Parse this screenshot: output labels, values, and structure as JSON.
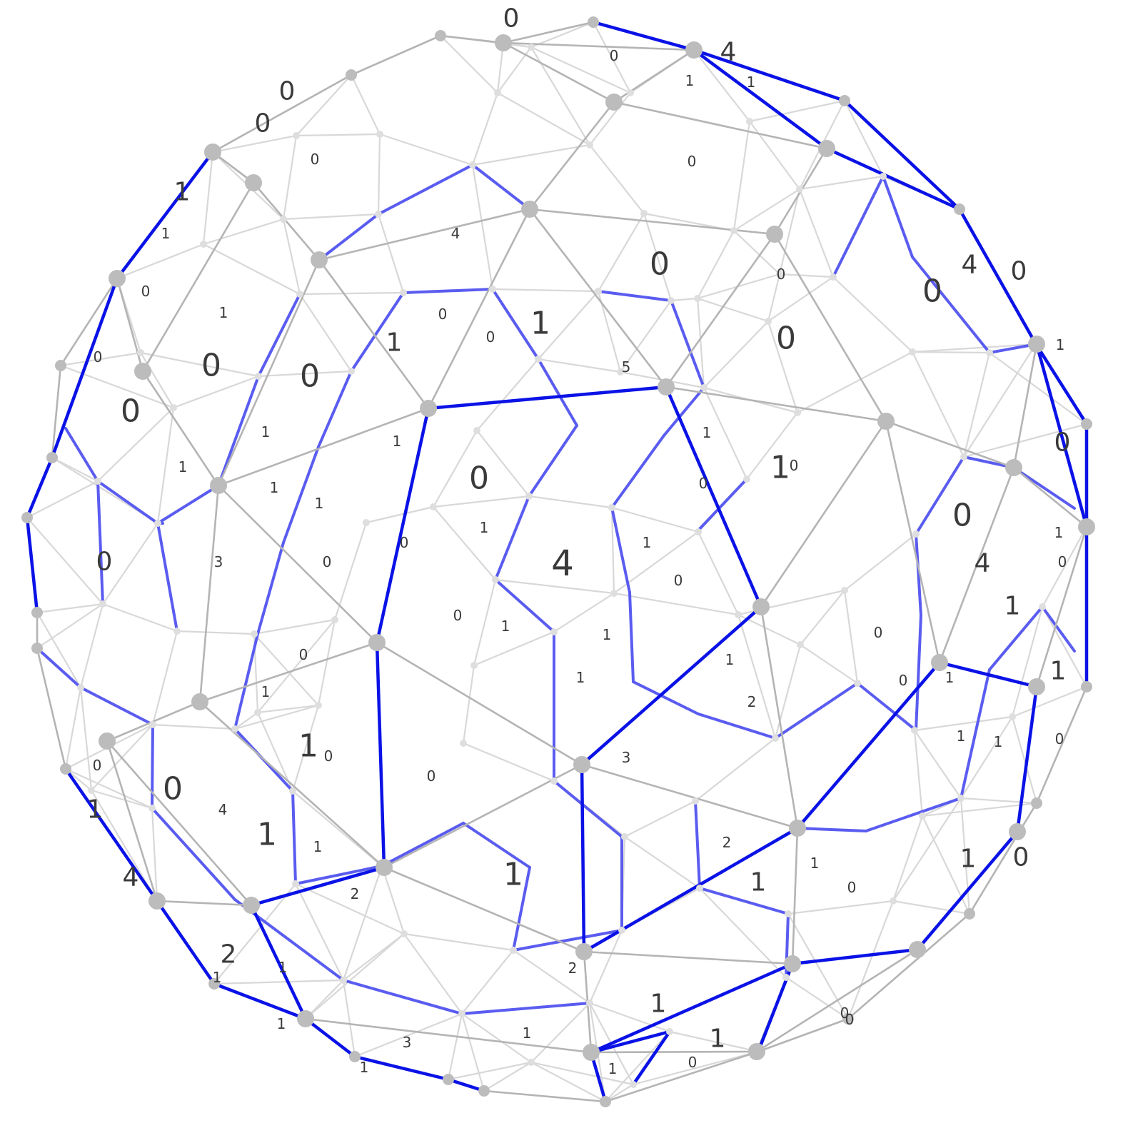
{
  "puzzle": {
    "type": "slitherlink-sphere",
    "colors": {
      "background": "#ffffff",
      "front_edge": "#b4b4b4",
      "back_edge": "#d8d8d8",
      "front_path": "#0a12e6",
      "back_path": "#5a5cf0",
      "node": "#bcbcbc",
      "label": "#3a3a3a"
    },
    "clues": [
      {
        "t": "0",
        "s": "m"
      },
      {
        "t": "0",
        "s": "s"
      },
      {
        "t": "4",
        "s": "m"
      },
      {
        "t": "1",
        "s": "s"
      },
      {
        "t": "1",
        "s": "s"
      },
      {
        "t": "0",
        "s": "m"
      },
      {
        "t": "0",
        "s": "m"
      },
      {
        "t": "0",
        "s": "s"
      },
      {
        "t": "0",
        "s": "s"
      },
      {
        "t": "1",
        "s": "m"
      },
      {
        "t": "1",
        "s": "s"
      },
      {
        "t": "4",
        "s": "s"
      },
      {
        "t": "0",
        "s": "s"
      },
      {
        "t": "1",
        "s": "s"
      },
      {
        "t": "0",
        "s": "s"
      },
      {
        "t": "0",
        "s": "l"
      },
      {
        "t": "0",
        "s": "l"
      },
      {
        "t": "0",
        "s": "s"
      },
      {
        "t": "4",
        "s": "m"
      },
      {
        "t": "0",
        "s": "m"
      },
      {
        "t": "0",
        "s": "l"
      },
      {
        "t": "1",
        "s": "s"
      },
      {
        "t": "1",
        "s": "l"
      },
      {
        "t": "0",
        "s": "s"
      },
      {
        "t": "0",
        "s": "l"
      },
      {
        "t": "1",
        "s": "m"
      },
      {
        "t": "0",
        "s": "s"
      },
      {
        "t": "0",
        "s": "l"
      },
      {
        "t": "0",
        "s": "l"
      },
      {
        "t": "1",
        "s": "s"
      },
      {
        "t": "5",
        "s": "s"
      },
      {
        "t": "1",
        "s": "s"
      },
      {
        "t": "1",
        "s": "s"
      },
      {
        "t": "1",
        "s": "l"
      },
      {
        "t": "0",
        "s": "s"
      },
      {
        "t": "0",
        "s": "m"
      },
      {
        "t": "1",
        "s": "s"
      },
      {
        "t": "1",
        "s": "s"
      },
      {
        "t": "0",
        "s": "l"
      },
      {
        "t": "0",
        "s": "s"
      },
      {
        "t": "0",
        "s": "l"
      },
      {
        "t": "1",
        "s": "s"
      },
      {
        "t": "1",
        "s": "s"
      },
      {
        "t": "1",
        "s": "m"
      },
      {
        "t": "3",
        "s": "s"
      },
      {
        "t": "0",
        "s": "s"
      },
      {
        "t": "0",
        "s": "s"
      },
      {
        "t": "1",
        "s": "s"
      },
      {
        "t": "4",
        "s": "xl"
      },
      {
        "t": "0",
        "s": "s"
      },
      {
        "t": "1",
        "s": "s"
      },
      {
        "t": "0",
        "s": "s"
      },
      {
        "t": "4",
        "s": "m"
      },
      {
        "t": "0",
        "s": "m"
      },
      {
        "t": "0",
        "s": "s"
      },
      {
        "t": "0",
        "s": "s"
      },
      {
        "t": "1",
        "s": "s"
      },
      {
        "t": "1",
        "s": "m"
      },
      {
        "t": "1",
        "s": "s"
      },
      {
        "t": "0",
        "s": "s"
      },
      {
        "t": "1",
        "s": "s"
      },
      {
        "t": "1",
        "s": "s"
      },
      {
        "t": "0",
        "s": "s"
      },
      {
        "t": "2",
        "s": "s"
      },
      {
        "t": "1",
        "s": "s"
      },
      {
        "t": "1",
        "s": "s"
      },
      {
        "t": "1",
        "s": "l"
      },
      {
        "t": "0",
        "s": "s"
      },
      {
        "t": "0",
        "s": "s"
      },
      {
        "t": "0",
        "s": "s"
      },
      {
        "t": "3",
        "s": "s"
      },
      {
        "t": "1",
        "s": "s"
      },
      {
        "t": "1",
        "s": "s"
      },
      {
        "t": "0",
        "s": "s"
      },
      {
        "t": "0",
        "s": "l"
      },
      {
        "t": "1",
        "s": "m"
      },
      {
        "t": "1",
        "s": "l"
      },
      {
        "t": "4",
        "s": "s"
      },
      {
        "t": "1",
        "s": "s"
      },
      {
        "t": "4",
        "s": "m"
      },
      {
        "t": "2",
        "s": "s"
      },
      {
        "t": "1",
        "s": "l"
      },
      {
        "t": "2",
        "s": "s"
      },
      {
        "t": "1",
        "s": "s"
      },
      {
        "t": "0",
        "s": "s"
      },
      {
        "t": "1",
        "s": "m"
      },
      {
        "t": "2",
        "s": "m"
      },
      {
        "t": "1",
        "s": "s"
      },
      {
        "t": "1",
        "s": "s"
      },
      {
        "t": "2",
        "s": "s"
      },
      {
        "t": "1",
        "s": "m"
      },
      {
        "t": "0",
        "s": "m"
      },
      {
        "t": "0",
        "s": "s"
      },
      {
        "t": "1",
        "s": "s"
      },
      {
        "t": "1",
        "s": "m"
      },
      {
        "t": "1",
        "s": "s"
      },
      {
        "t": "3",
        "s": "s"
      },
      {
        "t": "1",
        "s": "s"
      },
      {
        "t": "1",
        "s": "s"
      },
      {
        "t": "0",
        "s": "s"
      },
      {
        "t": "0",
        "s": "s"
      },
      {
        "t": "1",
        "s": "m"
      }
    ]
  }
}
